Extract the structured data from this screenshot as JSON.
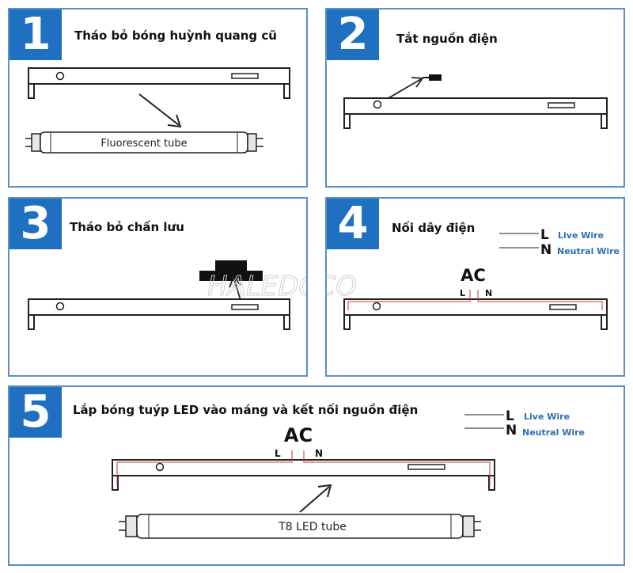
{
  "steps": [
    {
      "number": "1",
      "title": "Tháo bỏ bóng huỳnh quang cũ",
      "tube_label": "Fluorescent tube"
    },
    {
      "number": "2",
      "title": "Tắt nguồn điện"
    },
    {
      "number": "3",
      "title": "Tháo bỏ chấn lưu"
    },
    {
      "number": "4",
      "title": "Nối dây điện",
      "ac_label": "AC",
      "l_terminal": "L",
      "n_terminal": "N",
      "legend": {
        "l_letter": "L",
        "l_text": "Live Wire",
        "n_letter": "N",
        "n_text": "Neutral Wire"
      }
    },
    {
      "number": "5",
      "title": "Lắp bóng tuýp LED vào máng và kết nối nguồn điện",
      "ac_label": "AC",
      "l_terminal": "L",
      "n_terminal": "N",
      "tube_label": "T8 LED tube",
      "legend": {
        "l_letter": "L",
        "l_text": "Live Wire",
        "n_letter": "N",
        "n_text": "Neutral Wire"
      }
    }
  ],
  "watermark": "HALEDCO",
  "colors": {
    "panel_border": "#5b8fc7",
    "number_bg": "#1f70c1",
    "legend_text": "#2f6db5",
    "wire": "#c0392b"
  }
}
